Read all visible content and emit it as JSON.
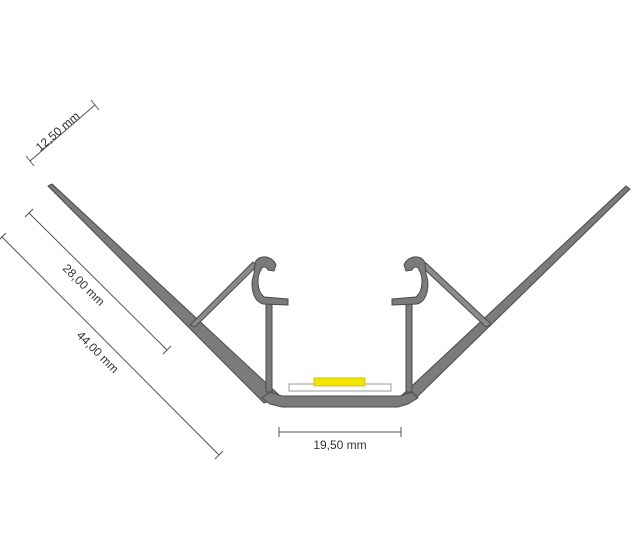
{
  "dimensions": {
    "lip_width": "12,50 mm",
    "inner_leg": "28,00 mm",
    "outer_leg": "44,00 mm",
    "channel_width": "19,50 mm"
  },
  "colors": {
    "profile": "#7b7b7b",
    "profile_edge": "#4a4a4a",
    "led": "#f2e600",
    "dimension_line": "#555555"
  }
}
